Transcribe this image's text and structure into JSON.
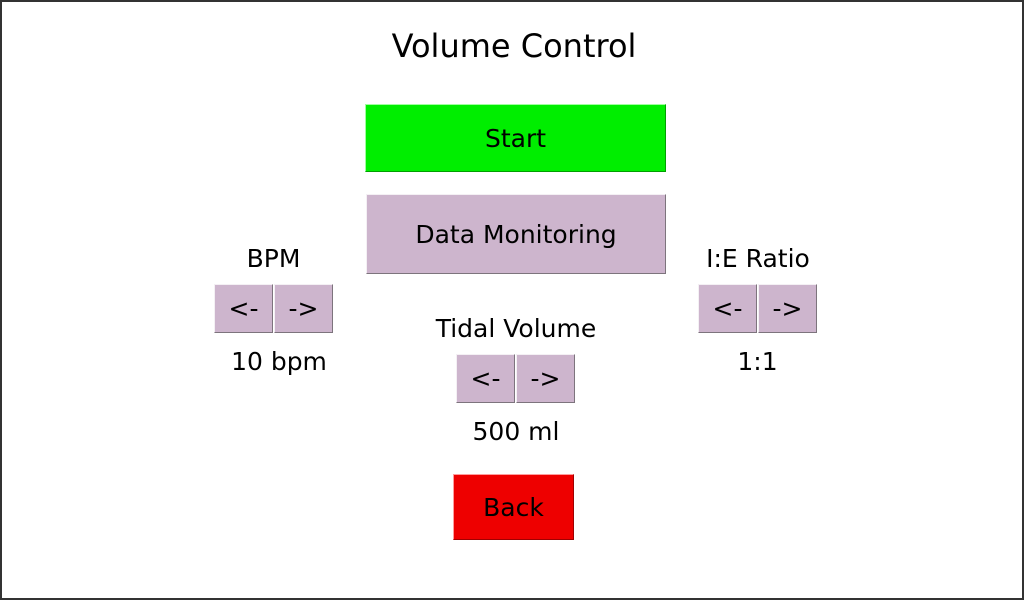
{
  "window": {
    "title": "Volume Control"
  },
  "buttons": {
    "start": "Start",
    "data_monitoring": "Data Monitoring",
    "back": "Back"
  },
  "bpm": {
    "label": "BPM",
    "decrease": "<-",
    "increase": "->",
    "value": "10 bpm"
  },
  "tidal_volume": {
    "label": "Tidal Volume",
    "decrease": "<-",
    "increase": "->",
    "value": "500 ml"
  },
  "ie_ratio": {
    "label": "I:E Ratio",
    "decrease": "<-",
    "increase": "->",
    "value": "1:1"
  },
  "colors": {
    "start": "#00ee00",
    "neutral": "#cdb5cd",
    "back": "#ee0000"
  }
}
